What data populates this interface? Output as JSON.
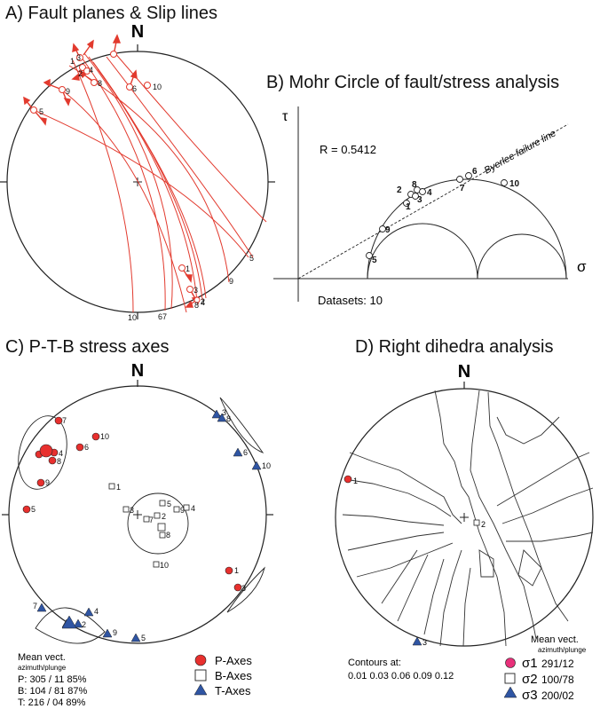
{
  "panel_a": {
    "title": "A)  Fault planes & Slip lines",
    "north": "N",
    "labels_top": [
      "1",
      "3",
      "4",
      "2",
      "8",
      "6",
      "10",
      "9",
      "5"
    ],
    "labels_bottom": [
      "1",
      "3",
      "4",
      "2",
      "8",
      "9",
      "5",
      "10",
      "67"
    ]
  },
  "panel_b": {
    "title": "B)  Mohr Circle of fault/stress analysis",
    "tau": "τ",
    "sigma": "σ",
    "r_text": "R = 0.5412",
    "byerlee": "Byerlee failure line",
    "datasets": "Datasets: 10",
    "point_labels": [
      "8",
      "2",
      "3",
      "4",
      "1",
      "6",
      "7",
      "10",
      "9",
      "5"
    ]
  },
  "panel_c": {
    "title": "C)     P-T-B stress axes",
    "north": "N",
    "p_labels": [
      "7",
      "4",
      "8",
      "6",
      "10",
      "9",
      "5",
      "1",
      "3"
    ],
    "b_labels": [
      "1",
      "3",
      "5",
      "9",
      "4",
      "7",
      "2",
      "8",
      "10"
    ],
    "t_labels": [
      "3",
      "8",
      "6",
      "10",
      "7",
      "4",
      "2",
      "9",
      "5"
    ],
    "mean_title": "Mean vect.",
    "mean_sub": "azimuth/plunge",
    "mean_rows": [
      "P: 305 / 11  85%",
      "B: 104 / 81  87%",
      "T: 216 / 04  89%"
    ],
    "legend": [
      "P-Axes",
      "B-Axes",
      "T-Axes"
    ],
    "colors": {
      "p": "#e8302e",
      "t": "#2f55a3"
    }
  },
  "panel_d": {
    "title": "D)   Right dihedra analysis",
    "north": "N",
    "point_labels": [
      "1",
      "2",
      "3"
    ],
    "contours_title": "Contours at:",
    "contours_values": "0.01 0.03 0.06 0.09 0.12",
    "mean_title": "Mean vect.",
    "mean_sub": "azimuth/plunge",
    "sigma_rows": [
      {
        "symbol": "σ1",
        "value": "291/12"
      },
      {
        "symbol": "σ2",
        "value": "100/78"
      },
      {
        "symbol": "σ3",
        "value": "200/02"
      }
    ],
    "colors": {
      "s1": "#e8307a",
      "s3": "#2f55a3"
    }
  }
}
